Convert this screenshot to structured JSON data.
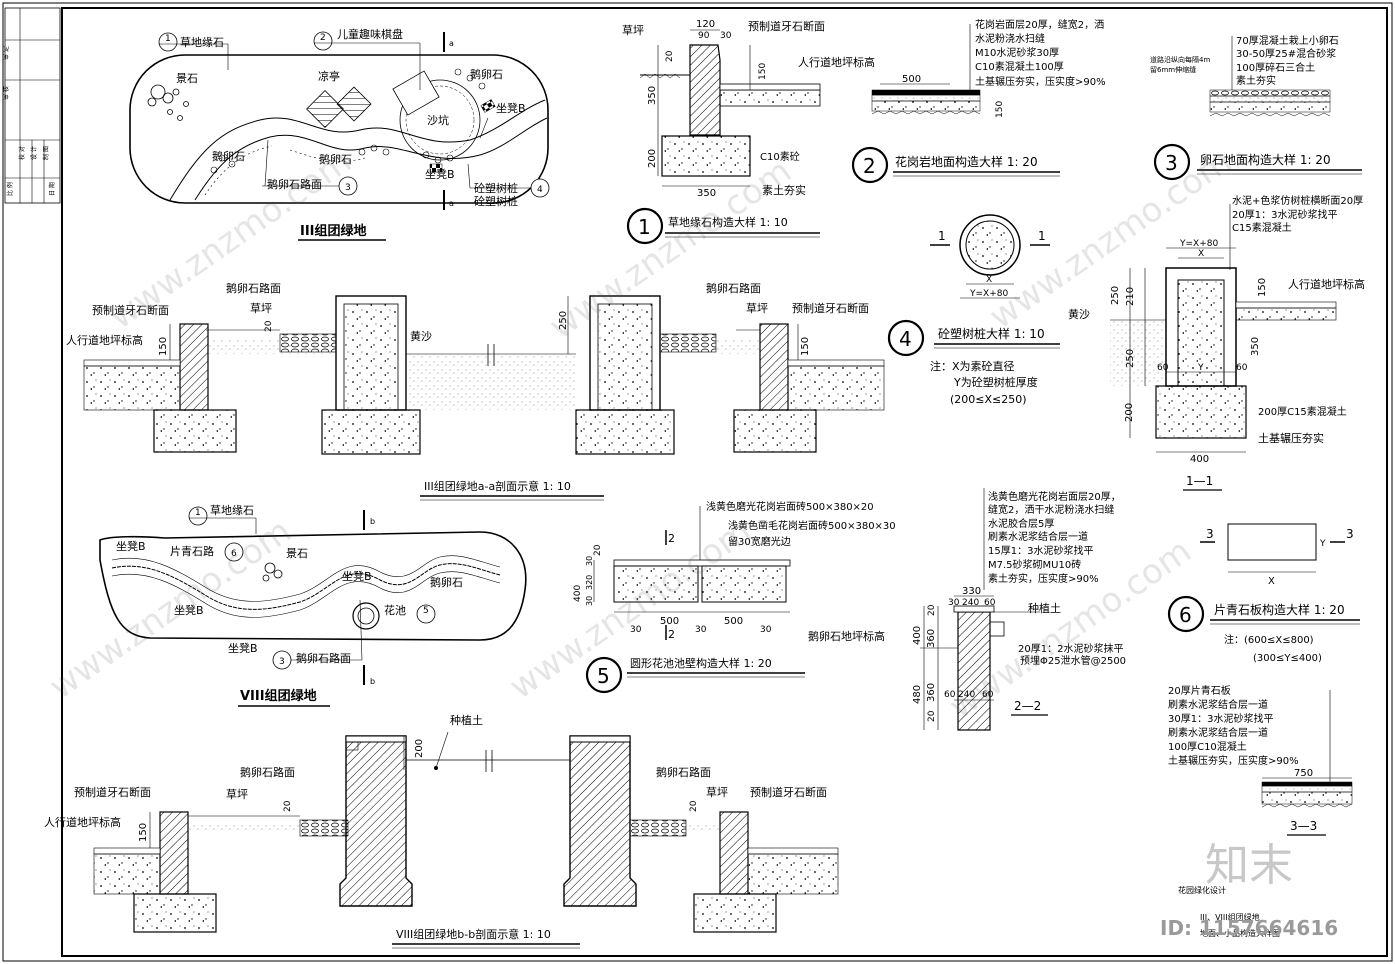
{
  "titles": {
    "plan3": "III组团绿地",
    "plan8": "VIII组团绿地",
    "sec_aa": "III组团绿地a-a剖面示意 1: 10",
    "sec_bb": "VIII组团绿地b-b剖面示意 1: 10",
    "d1": "草地缘石构造大样 1: 10",
    "d2": "花岗岩地面构造大样 1: 20",
    "d3": "卵石地面构造大样 1: 20",
    "d4": "砼塑树桩大样 1: 10",
    "d5": "圆形花池池壁构造大样 1: 20",
    "d6": "片青石板构造大样 1: 20",
    "s11": "1—1",
    "s22": "2—2",
    "s33": "3—3"
  },
  "markers": {
    "m1": "1",
    "m2": "2",
    "m3": "3",
    "m4": "4",
    "m5": "5",
    "m6": "6",
    "s1": "1",
    "s2": "2",
    "s3": "3",
    "a": "a",
    "b": "b"
  },
  "plan3": {
    "l1": "草地缘石",
    "l2": "儿童趣味棋盘",
    "l3": "景石",
    "l4": "凉亭",
    "l5": "鹅卵石",
    "l6": "沙坑",
    "l7": "坐凳B",
    "l8": "鹅卵石",
    "l9": "坐凳B",
    "l10": "鹅卵石路面",
    "l11": "砼塑树桩",
    "l12": "砼塑树桩",
    "l13": "鹅卵石"
  },
  "plan8": {
    "l1": "草地缘石",
    "l2": "坐凳B",
    "l3": "片青石路",
    "l4": "景石",
    "l5": "坐凳B",
    "l6": "鹅卵石",
    "l7": "坐凳B",
    "l8": "花池",
    "l9": "坐凳B",
    "l10": "鹅卵石路面"
  },
  "d1": {
    "grass": "草坪",
    "curb": "预制道牙石断面",
    "walk": "人行道地坪标高",
    "c10": "C10素砼",
    "soil": "素土夯实",
    "dims": [
      "120",
      "90",
      "30",
      "20",
      "150",
      "350",
      "200",
      "350"
    ]
  },
  "d2": {
    "lines": [
      "花岗岩面层20厚，缝宽2，洒",
      "水泥粉浇水扫缝",
      "M10水泥砂浆30厚",
      "C10素混凝土100厚",
      "土基辗压夯实，压实度>90%"
    ],
    "dims": [
      "500",
      "150"
    ]
  },
  "d3": {
    "lines": [
      "70厚混凝土栽上小卵石",
      "30-50厚25#混合砂浆",
      "100厚碎石三合土",
      "素土夯实"
    ],
    "note": "道路沿纵向每隔4m",
    "note2": "留6mm伸缩缝"
  },
  "d4": {
    "note1": "注：X为素砼直径",
    "note2": "Y为砼塑树桩厚度",
    "note3": "(200≤X≤250)",
    "dimx": "X",
    "dimy": "Y=X+80"
  },
  "s11": {
    "lines": [
      "水泥+色浆仿树桩横断面20厚",
      "20厚1：3水泥砂浆找平",
      "C15素混凝土"
    ],
    "walk": "人行道地坪标高",
    "sand": "黄沙",
    "c15": "200厚C15素混凝土",
    "soil": "土基辗压夯实",
    "dims": [
      "Y=X+80",
      "X",
      "250",
      "210",
      "150",
      "350",
      "250",
      "60",
      "Y",
      "60",
      "200",
      "400"
    ]
  },
  "secaa": {
    "pebble1": "鹅卵石路面",
    "curb1": "预制道牙石断面",
    "grass1": "草坪",
    "walk1": "人行道地坪标高",
    "sand": "黄沙",
    "pebble2": "鹅卵石路面",
    "grass2": "草坪",
    "curb2": "预制道牙石断面",
    "dims": [
      "150",
      "150",
      "20",
      "250"
    ]
  },
  "d5": {
    "top1": "浅黄色磨光花岗岩面砖500×380×20",
    "top2": "浅黄色凿毛花岗岩面砖500×380×30",
    "top3": "留30宽磨光边",
    "dims": [
      "20",
      "400",
      "30",
      "320",
      "30",
      "30",
      "500",
      "30",
      "500",
      "30"
    ]
  },
  "s22": {
    "lines": [
      "浅黄色磨光花岗岩面层20厚，",
      "缝宽2，洒干水泥粉浇水扫缝",
      "水泥胶合层5厚",
      "刷素水泥浆结合层一道",
      "15厚1：3水泥砂浆找平",
      "M7.5砂浆砌MU10砖",
      "素土夯实，压实度>90%"
    ],
    "soil": "种植土",
    "level": "鹅卵石地坪标高",
    "mortar": "20厚1：2水泥砂浆抹平",
    "pipe": "预埋Φ25泄水管@2500",
    "dims": [
      "330",
      "30",
      "240",
      "60",
      "400",
      "360",
      "20",
      "480",
      "360",
      "20",
      "60",
      "240",
      "60"
    ]
  },
  "d6": {
    "note1": "注：(600≤X≤800)",
    "note2": "(300≤Y≤400)",
    "x": "X",
    "y": "Y"
  },
  "s33": {
    "lines": [
      "20厚片青石板",
      "刷素水泥浆结合层一道",
      "30厚1：3水泥砂浆找平",
      "刷素水泥浆结合层一道",
      "100厚C10混凝土",
      "土基辗压夯实，压实度>90%"
    ],
    "dim": "750"
  },
  "secbb": {
    "soil": "种植土",
    "pebble1": "鹅卵石路面",
    "curb1": "预制道牙石断面",
    "grass1": "草坪",
    "walk": "人行道地坪标高",
    "pebble2": "鹅卵石路面",
    "grass2": "草坪",
    "curb2": "预制道牙石断面",
    "dims": [
      "200",
      "150",
      "20",
      "20"
    ]
  },
  "titleblock": {
    "project": "花园绿化设计",
    "drawing": "III、VIII组团绿地",
    "drawing2": "地面、小品构造大样图",
    "id": "ID: 1157664616",
    "brand": "知末",
    "watermark": "www.znzmo.com"
  },
  "side": {
    "cells": [
      "审 定",
      "审 核",
      "校 对",
      "设 计",
      "制 图",
      "比 例",
      "日 期"
    ]
  }
}
